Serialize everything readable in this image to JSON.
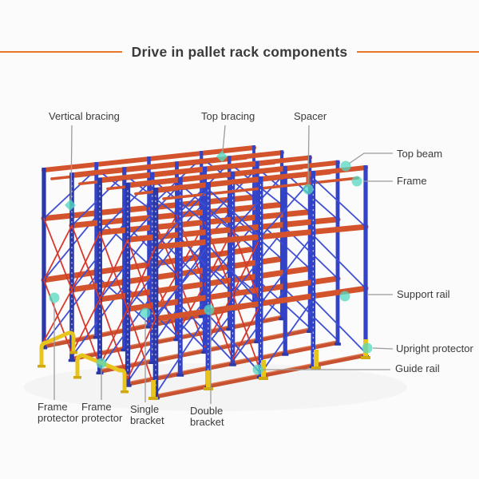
{
  "title": "Drive in pallet rack components",
  "accent_color": "#E8772A",
  "palette": {
    "frame_blue": "#3343C8",
    "beam_orange": "#D2532C",
    "brace_red": "#D8392C",
    "protector_yellow": "#E8C51D",
    "marker_teal": "#55D8C2",
    "leader_gray": "#9B9B9B",
    "text": "#3A3A3A"
  },
  "components": [
    {
      "id": "vertical-bracing",
      "label": "Vertical bracing"
    },
    {
      "id": "top-bracing",
      "label": "Top bracing"
    },
    {
      "id": "spacer",
      "label": "Spacer"
    },
    {
      "id": "top-beam",
      "label": "Top beam"
    },
    {
      "id": "frame",
      "label": "Frame"
    },
    {
      "id": "support-rail",
      "label": "Support rail"
    },
    {
      "id": "upright-protector",
      "label": "Upright protector"
    },
    {
      "id": "guide-rail",
      "label": "Guide rail"
    },
    {
      "id": "frame-protector-left",
      "label": "Frame protector"
    },
    {
      "id": "frame-protector-front",
      "label": "Frame protector"
    },
    {
      "id": "single-bracket",
      "label": "Single bracket"
    },
    {
      "id": "double-bracket",
      "label": "Double bracket"
    }
  ]
}
